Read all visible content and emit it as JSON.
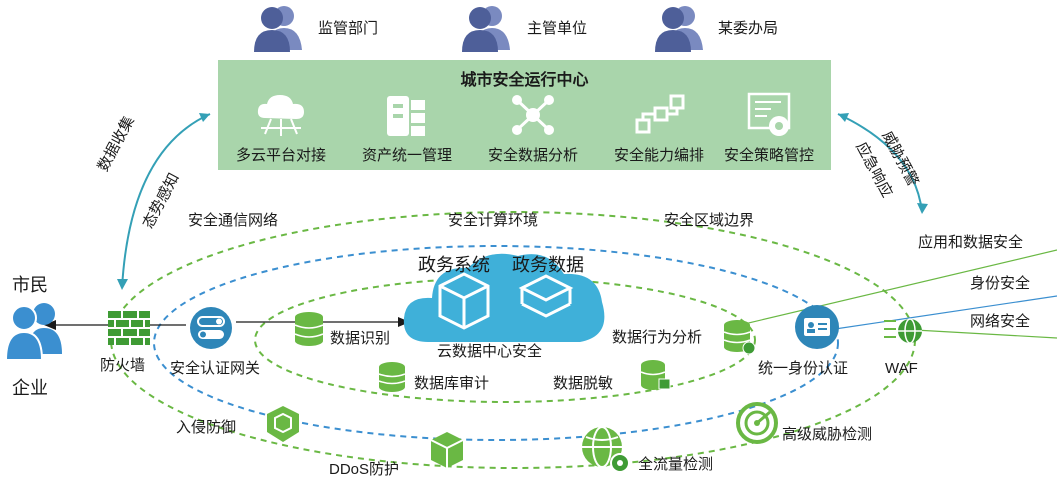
{
  "roles": [
    {
      "label": "监管部门",
      "icon": "people-icon"
    },
    {
      "label": "主管单位",
      "icon": "people-icon"
    },
    {
      "label": "某委办局",
      "icon": "people-icon"
    }
  ],
  "center": {
    "title": "城市安全运行中心",
    "modules": [
      {
        "label": "多云平台对接",
        "icon": "cloud-network-icon"
      },
      {
        "label": "资产统一管理",
        "icon": "asset-management-icon"
      },
      {
        "label": "安全数据分析",
        "icon": "data-analysis-icon"
      },
      {
        "label": "安全能力编排",
        "icon": "orchestration-icon"
      },
      {
        "label": "安全策略管控",
        "icon": "policy-control-icon"
      }
    ]
  },
  "left_arrow": {
    "line1": "数据收集",
    "line2": "态势感知"
  },
  "right_arrow": {
    "line1": "威胁预警",
    "line2": "应急响应"
  },
  "rings": {
    "outer": "安全通信网络",
    "middle": "安全计算环境",
    "inner": "安全区域边界"
  },
  "layers": {
    "app_data": "应用和数据安全",
    "identity": "身份安全",
    "network": "网络安全"
  },
  "users": {
    "citizen": "市民",
    "enterprise": "企业"
  },
  "cloud": {
    "system": "政务系统",
    "data": "政务数据",
    "label": "云数据中心安全"
  },
  "components": {
    "firewall": "防火墙",
    "auth_gateway": "安全认证网关",
    "data_identify": "数据识别",
    "db_audit": "数据库审计",
    "data_mask": "数据脱敏",
    "behavior": "数据行为分析",
    "unified_auth": "统一身份认证",
    "waf": "WAF",
    "intrusion": "入侵防御",
    "ddos": "DDoS防护",
    "traffic": "全流量检测",
    "apt": "高级威胁检测"
  },
  "colors": {
    "green": "#6ab844",
    "dark_green": "#3f9b35",
    "blue": "#3b8fd0",
    "slate": "#4e5f99",
    "teal": "#34a0b6",
    "cloud": "#3fb0d9",
    "box": "#a9d5ab"
  }
}
